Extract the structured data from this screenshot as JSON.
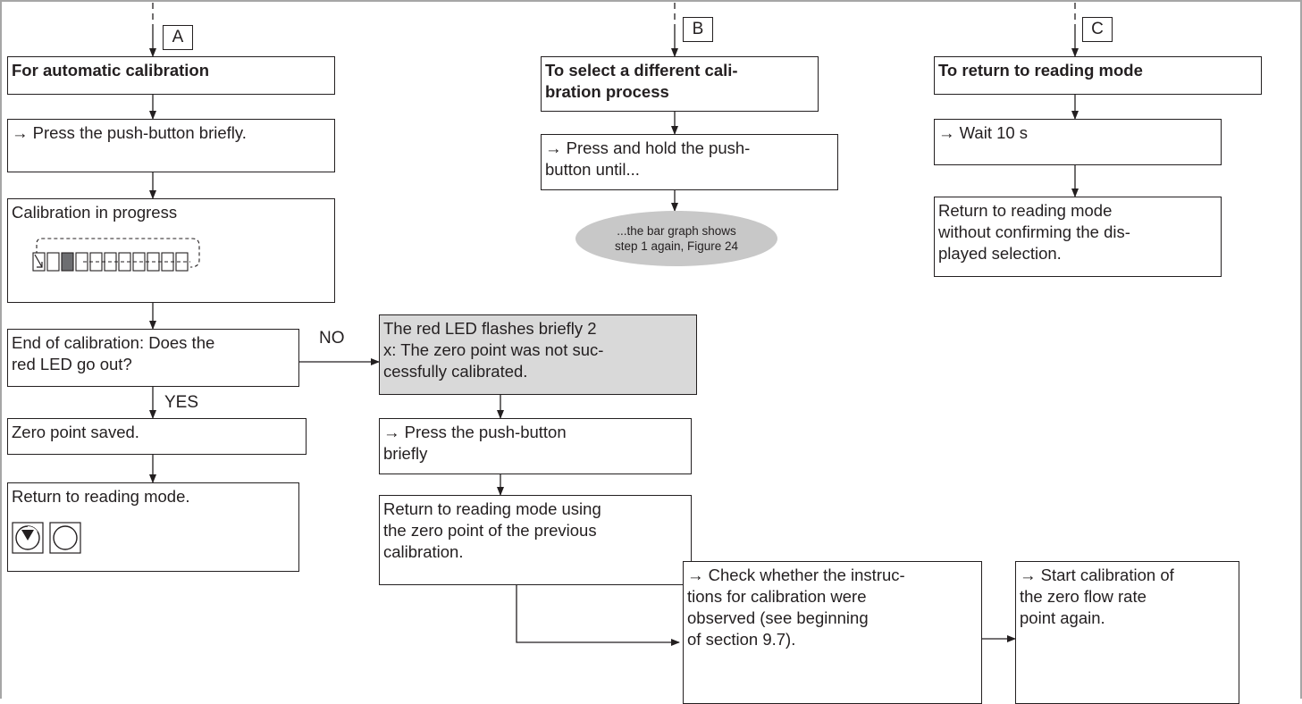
{
  "columns": {
    "a": {
      "label": "A",
      "heading": "For automatic calibration"
    },
    "b": {
      "label": "B",
      "heading": "To select a different cali-\nbration process"
    },
    "c": {
      "label": "C",
      "heading": "To return to reading mode"
    }
  },
  "steps": {
    "a_press": "Press the push-button briefly.",
    "a_progress": "Calibration in progress",
    "a_question": "End of calibration: Does the\nred LED go out?",
    "a_saved": "Zero point saved.",
    "a_return": "Return to reading mode.",
    "b_press": "Press and hold the push-\n   button until...",
    "b_result": "...the bar graph shows\nstep 1 again,  Figure 24",
    "c_wait": "Wait 10 s",
    "c_return": "Return to reading mode\nwithout confirming the dis-\nplayed selection.",
    "fail_msg": "The red LED flashes briefly 2\nx: The zero point was not suc-\ncessfully calibrated.",
    "fail_press": "Press the push-button\n   briefly",
    "fail_return": "Return to reading mode using\nthe zero point of the previous\ncalibration.",
    "check": "Check whether the instruc-\n   tions for calibration were\n   observed (see beginning\n   of section 9.7).",
    "restart": "Start calibration of\n   the zero flow rate\n   point again."
  },
  "branch_labels": {
    "no": "NO",
    "yes": "YES"
  },
  "arrow_glyph": "→",
  "colors": {
    "line": "#231f20",
    "highlight_box": "#d9d9d9",
    "ellipse": "#c8c8c8",
    "frame": "#a6a6a6"
  }
}
